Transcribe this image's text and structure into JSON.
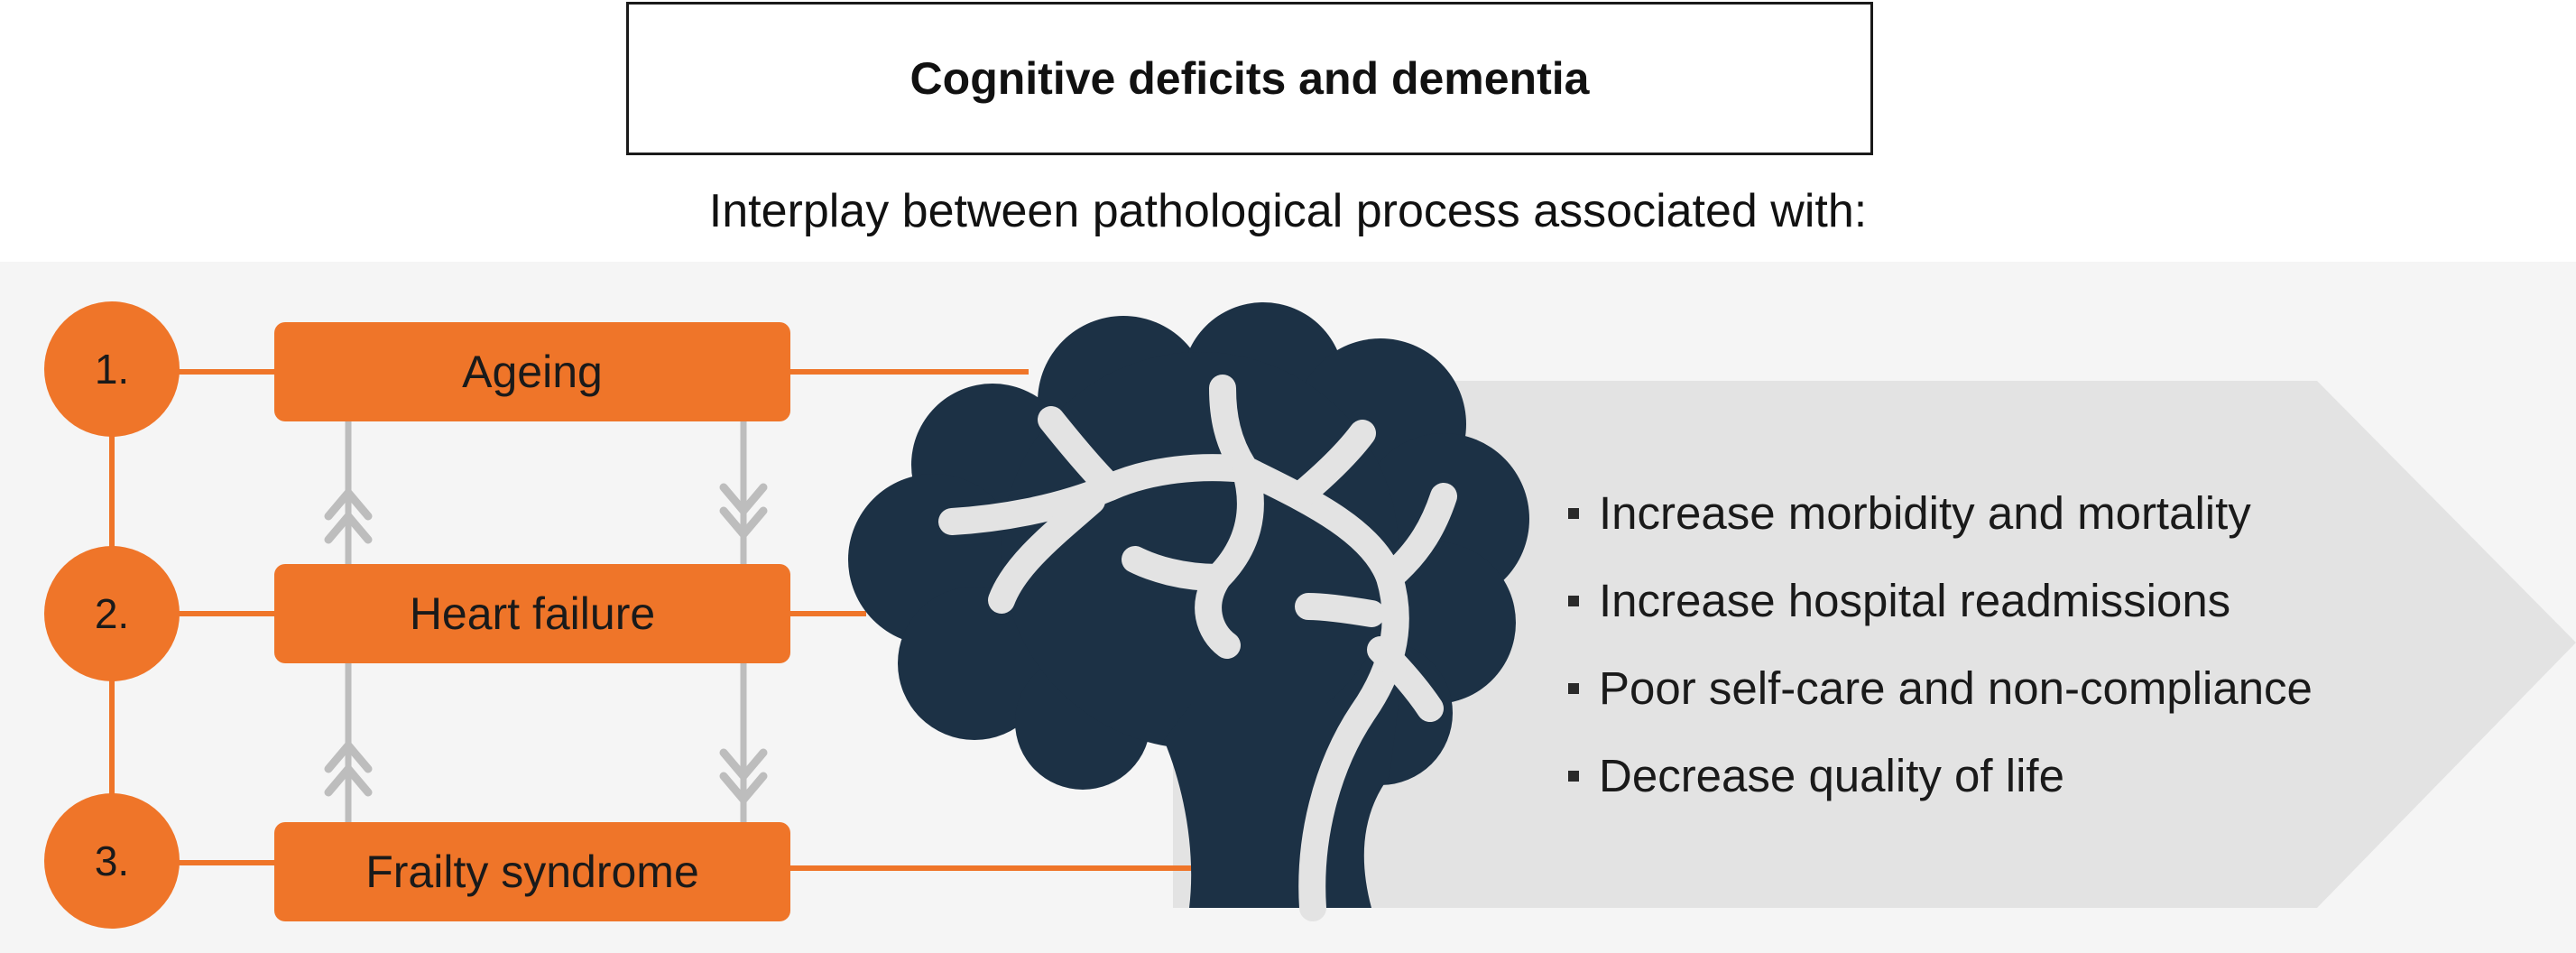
{
  "title": "Cognitive deficits and dementia",
  "subtitle": "Interplay between pathological process associated with:",
  "factors": [
    {
      "number": "1.",
      "label": "Ageing"
    },
    {
      "number": "2.",
      "label": "Heart failure"
    },
    {
      "number": "3.",
      "label": "Frailty syndrome"
    }
  ],
  "outcomes": [
    "Increase morbidity and mortality",
    "Increase hospital readmissions",
    "Poor self-care and non-compliance",
    "Decrease quality of life"
  ],
  "colors": {
    "orange": "#ef7529",
    "brain": "#1c3145",
    "arrow_grey": "#e3e3e3",
    "connector_grey": "#bdbdbd"
  },
  "icons": {
    "brain": "brain-icon",
    "bullet": "square-bullet-icon"
  }
}
